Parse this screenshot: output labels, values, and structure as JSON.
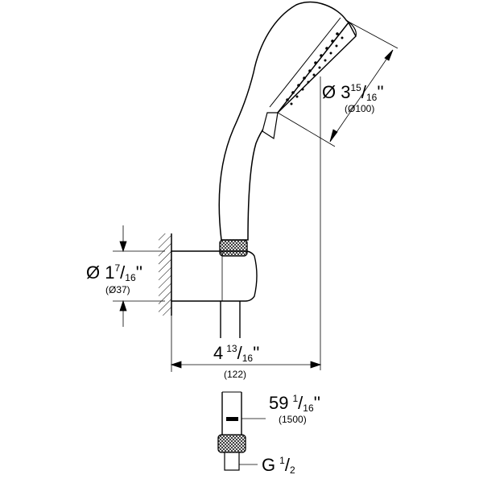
{
  "dimensions": {
    "head_diameter": {
      "prefix": "Ø 3",
      "num": "15",
      "slash": "/",
      "den": "16",
      "unit": "''",
      "metric": "(Ø100)"
    },
    "holder_diameter": {
      "prefix": "Ø 1",
      "num": "7",
      "slash": "/",
      "den": "16",
      "unit": "''",
      "metric": "(Ø37)"
    },
    "projection": {
      "prefix": "4",
      "num": "13",
      "slash": "/",
      "den": "16",
      "unit": "''",
      "metric": "(122)"
    },
    "hose_length": {
      "prefix": "59",
      "num": "1",
      "slash": "/",
      "den": "16",
      "unit": "''",
      "metric": "(1500)"
    },
    "thread": {
      "prefix": "G",
      "num": "1",
      "slash": "/",
      "den": "2"
    }
  }
}
